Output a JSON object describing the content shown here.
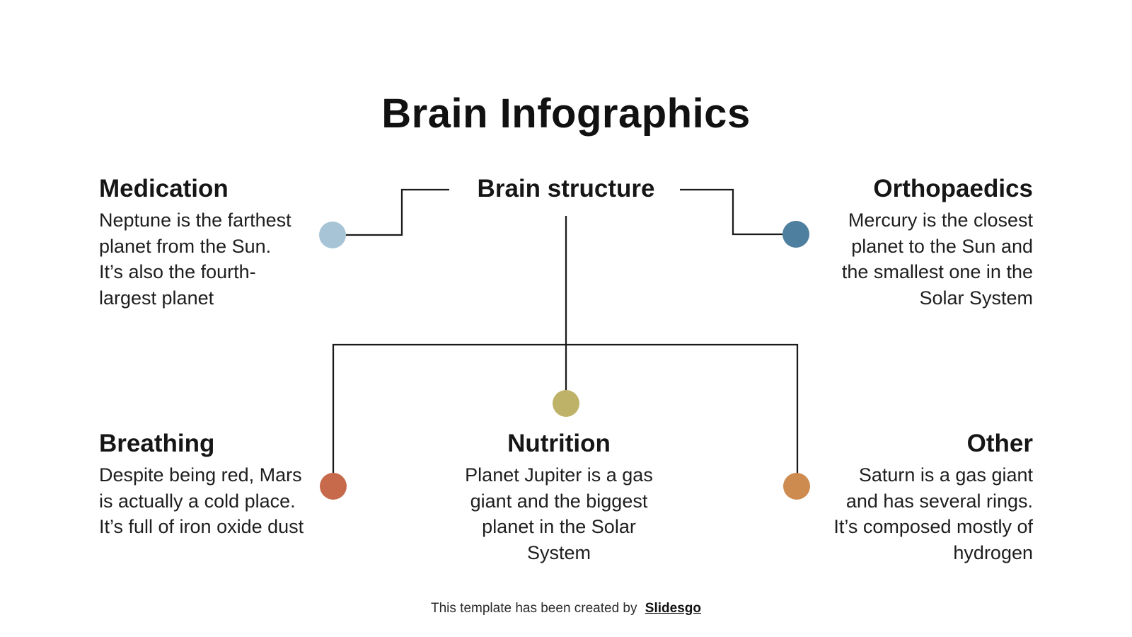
{
  "title": "Brain Infographics",
  "center_node": {
    "label": "Brain structure"
  },
  "sections": {
    "medication": {
      "title": "Medication",
      "body": "Neptune is the farthest planet from the Sun. It’s also the fourth-largest planet",
      "dot_color": "#a7c4d6",
      "dot_icon": "light-blue-circle"
    },
    "orthopaedics": {
      "title": "Orthopaedics",
      "body": "Mercury is the closest planet to the Sun and the smallest one in the Solar System",
      "dot_color": "#4e7f9e",
      "dot_icon": "steel-blue-circle"
    },
    "breathing": {
      "title": "Breathing",
      "body": "Despite being red, Mars is actually a cold place. It’s full of iron oxide dust",
      "dot_color": "#c76a4b",
      "dot_icon": "terracotta-circle"
    },
    "nutrition": {
      "title": "Nutrition",
      "body": "Planet Jupiter is a gas giant and the biggest planet in the Solar System",
      "dot_color": "#beb268",
      "dot_icon": "olive-circle"
    },
    "other": {
      "title": "Other",
      "body": "Saturn is a gas giant and has several rings. It’s composed mostly of hydrogen",
      "dot_color": "#cd8b50",
      "dot_icon": "orange-circle"
    }
  },
  "footer": {
    "prefix": "This template has been created by",
    "brand": "Slidesgo"
  },
  "colors": {
    "background": "#ffffff",
    "text": "#1d1d1d",
    "connector": "#1a1a1a"
  }
}
